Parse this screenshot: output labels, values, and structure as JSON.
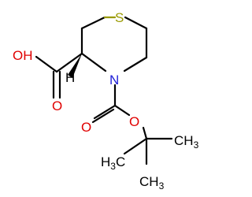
{
  "atoms": {
    "sulfur": "S",
    "nitrogen": "N",
    "hydroxyl": "OH",
    "carbonyl_o1": "O",
    "ester_o": "O",
    "carbonyl_o2": "O",
    "stereo_h": "H",
    "methyl_left": "H",
    "methyl_left_sub": "3",
    "methyl_left_c": "C",
    "methyl_right_c": "C",
    "methyl_right": "H",
    "methyl_right_sub": "3"
  },
  "colors": {
    "carbon": "#000000",
    "oxygen": "#e00000",
    "nitrogen": "#2020d8",
    "sulfur": "#9a9a00"
  }
}
